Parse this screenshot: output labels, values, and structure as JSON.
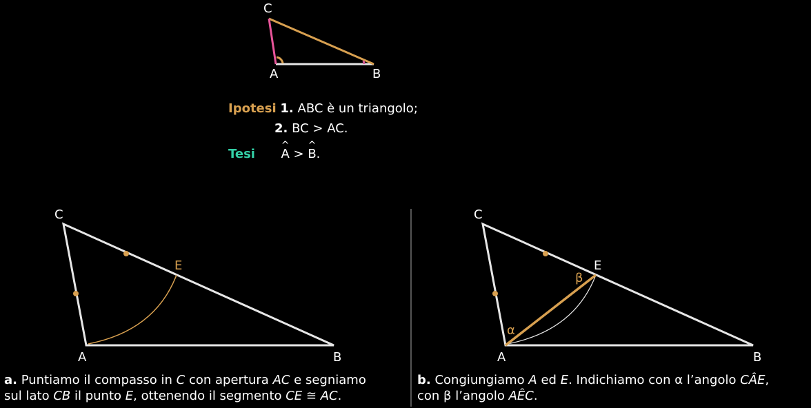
{
  "top": {
    "labels": {
      "C": "C",
      "A": "A",
      "B": "B"
    },
    "hypothesis_label": "Ipotesi",
    "h1_num": "1.",
    "h1_text": "ABC è un triangolo;",
    "h2_num": "2.",
    "h2_text": "BC > AC.",
    "thesis_label": "Tesi",
    "thesis_a": "A",
    "thesis_op": " > ",
    "thesis_b": "B",
    "thesis_end": "."
  },
  "left": {
    "labels": {
      "C": "C",
      "A": "A",
      "B": "B",
      "E": "E"
    },
    "caption_letter": "a.",
    "caption_parts": [
      " Puntiamo il compasso in ",
      "C",
      " con apertura ",
      "AC",
      " e segniamo",
      "sul lato ",
      "CB",
      " il punto ",
      "E",
      ", ottenendo il segmento ",
      "CE ≅ AC",
      "."
    ]
  },
  "right": {
    "labels": {
      "C": "C",
      "A": "A",
      "B": "B",
      "E": "E",
      "alpha": "α",
      "beta": "β"
    },
    "caption_letter": "b.",
    "caption_parts": [
      " Congiungiamo ",
      "A",
      " ed ",
      "E",
      ". Indichiamo con α l’angolo ",
      "CÂE",
      ",",
      "con β l’angolo ",
      "AÊC",
      "."
    ]
  },
  "colors": {
    "orange": "#d8a050",
    "teal": "#33cfa6",
    "pink": "#e8559a",
    "line": "#e6e6e6"
  }
}
